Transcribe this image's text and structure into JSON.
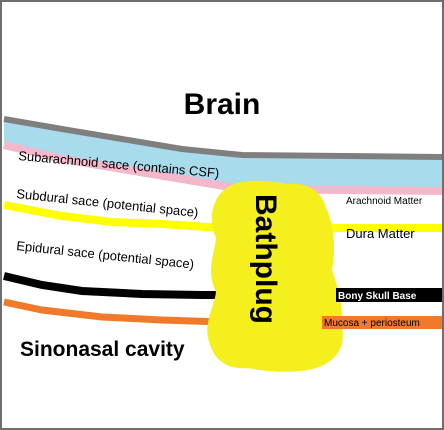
{
  "diagram": {
    "title": "Brain",
    "cavity_label": "Sinonasal cavity",
    "plug_label": "Bathplug",
    "spaces": {
      "subarachnoid": "Subarachnoid sace (contains CSF)",
      "subdural": "Subdural sace (potential space)",
      "epidural": "Epidural sace (potential space)"
    },
    "layers": {
      "arachnoid": "Arachnoid Matter",
      "dura": "Dura Matter",
      "bone": "Bony Skull Base",
      "mucosa": "Mucosa + periosteum"
    },
    "colors": {
      "pia_band": "#7f7f7f",
      "csf": "#a8dcec",
      "arachnoid": "#f4b8cc",
      "dura": "#ffff00",
      "bone": "#000000",
      "mucosa": "#f07a2a",
      "plug": "#f5ef1e",
      "frame": "#6e6e6e"
    }
  }
}
